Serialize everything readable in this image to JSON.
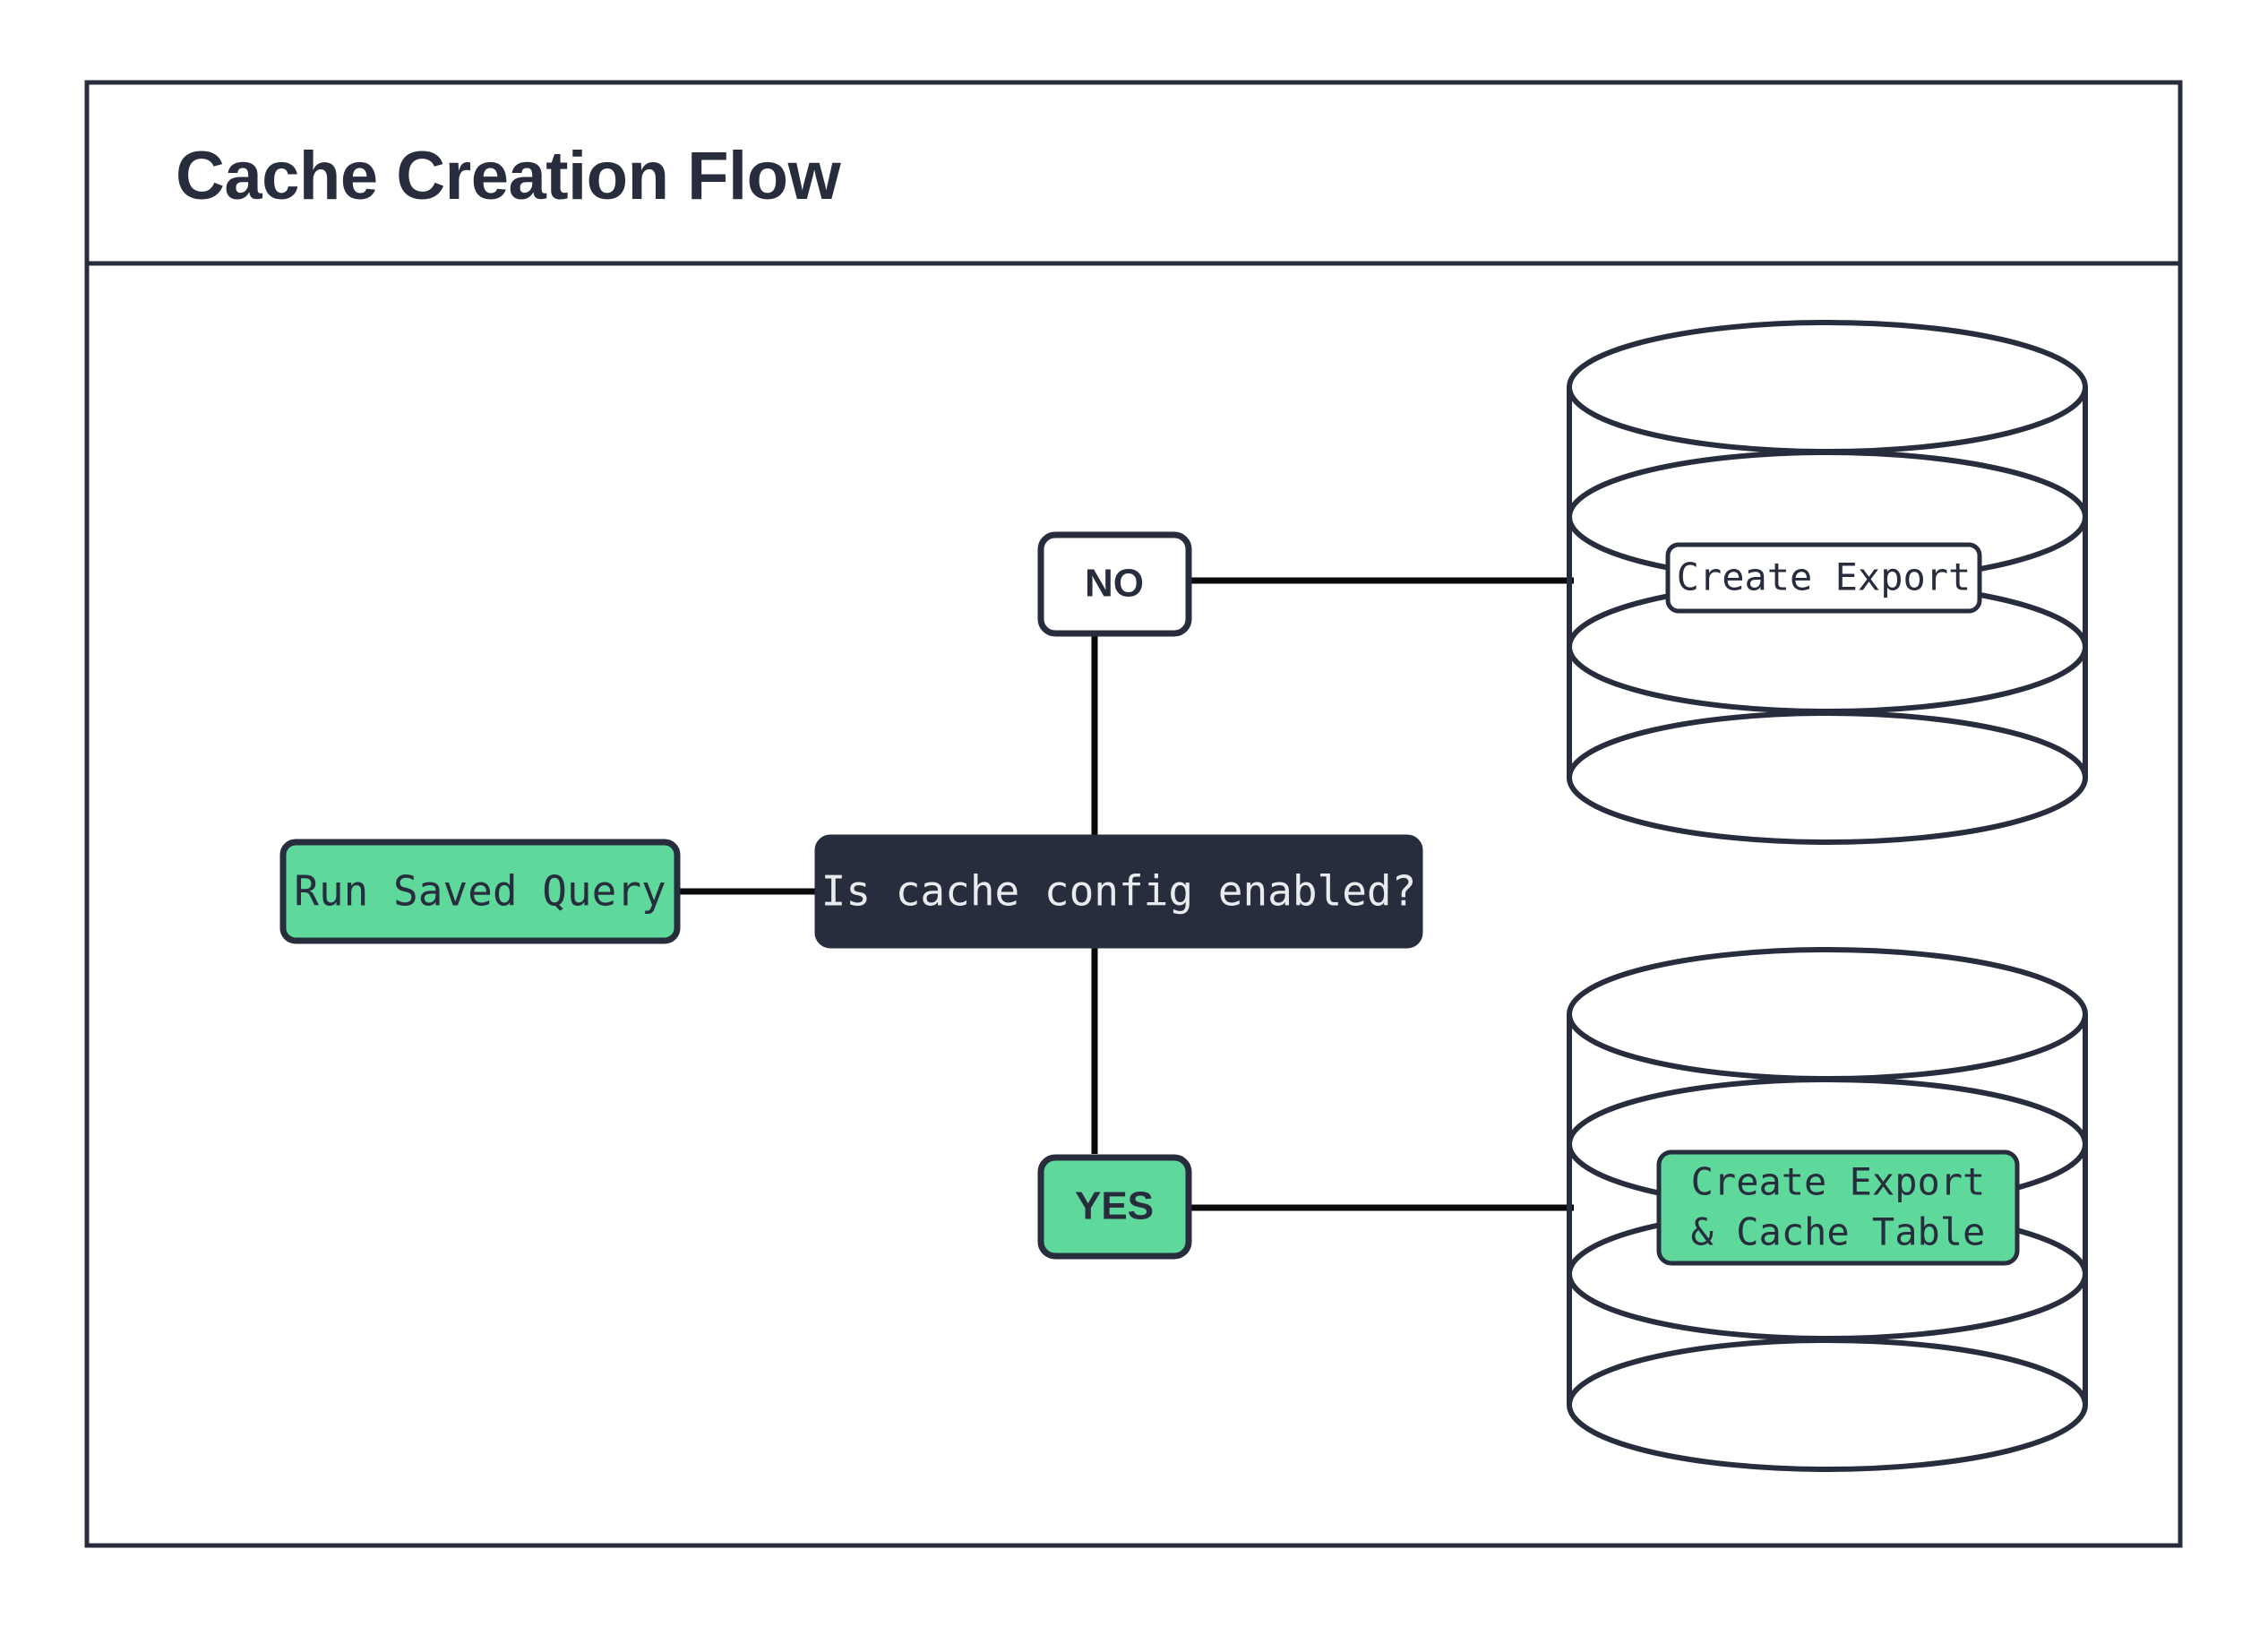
{
  "header": {
    "title": "Cache Creation Flow"
  },
  "diagram": {
    "type": "flowchart",
    "orientation": "left-to-right",
    "colors": {
      "accent_green": "#5ed99b",
      "dark_navy": "#282d3d",
      "background": "#ffffff",
      "stroke": "#282d3d"
    },
    "nodes": [
      {
        "id": "run-saved-query",
        "label": "Run Saved Query",
        "shape": "rounded-rect",
        "fill": "green",
        "font": "mono"
      },
      {
        "id": "decision",
        "label": "Is cache config enabled?",
        "shape": "rounded-rect",
        "fill": "dark",
        "font": "mono"
      },
      {
        "id": "branch-no",
        "label": "NO",
        "shape": "rounded-rect",
        "fill": "white",
        "font": "sans"
      },
      {
        "id": "branch-yes",
        "label": "YES",
        "shape": "rounded-rect",
        "fill": "green",
        "font": "sans"
      },
      {
        "id": "db-create-export",
        "label": "Create Export",
        "shape": "database-cylinder",
        "fill": "white",
        "font": "mono",
        "lines": [
          "Create Export"
        ]
      },
      {
        "id": "db-create-export-cache",
        "label": "Create Export & Cache Table",
        "shape": "database-cylinder",
        "fill": "green",
        "font": "mono",
        "lines": [
          "Create Export",
          "& Cache Table"
        ]
      }
    ],
    "edges": [
      {
        "from": "run-saved-query",
        "to": "decision",
        "label": ""
      },
      {
        "from": "decision",
        "to": "branch-no",
        "label": ""
      },
      {
        "from": "branch-no",
        "to": "db-create-export",
        "label": ""
      },
      {
        "from": "decision",
        "to": "branch-yes",
        "label": ""
      },
      {
        "from": "branch-yes",
        "to": "db-create-export-cache",
        "label": ""
      }
    ]
  }
}
